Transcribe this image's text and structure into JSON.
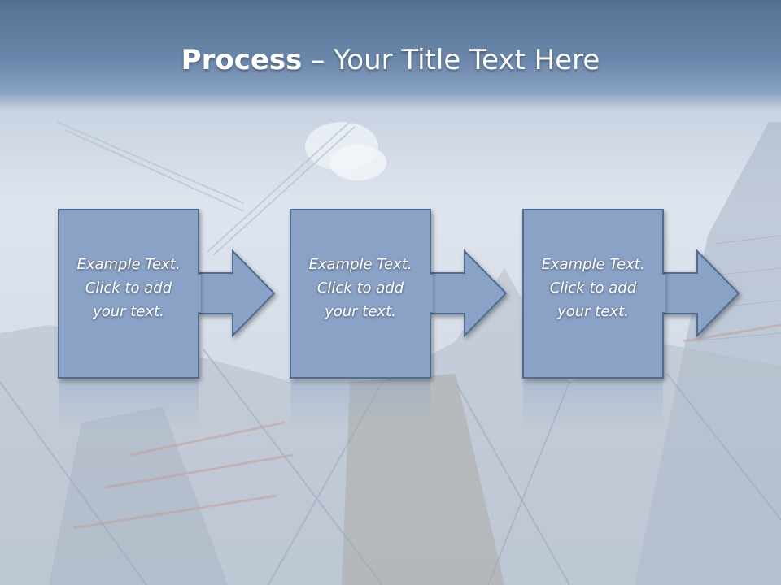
{
  "slide": {
    "title_bold": "Process",
    "title_dash": " – ",
    "title_rest": "Your Title Text Here"
  },
  "steps": [
    {
      "line1": "Example Text.",
      "line2": "Click  to add",
      "line3": "your text."
    },
    {
      "line1": "Example Text.",
      "line2": "Click  to add",
      "line3": "your text."
    },
    {
      "line1": "Example Text.",
      "line2": "Click  to add",
      "line3": "your text."
    }
  ],
  "colors": {
    "box_fill": "#8aa2c6",
    "box_stroke": "#4f6d93",
    "title_band": "#6b87ab",
    "text": "#ffffff"
  }
}
